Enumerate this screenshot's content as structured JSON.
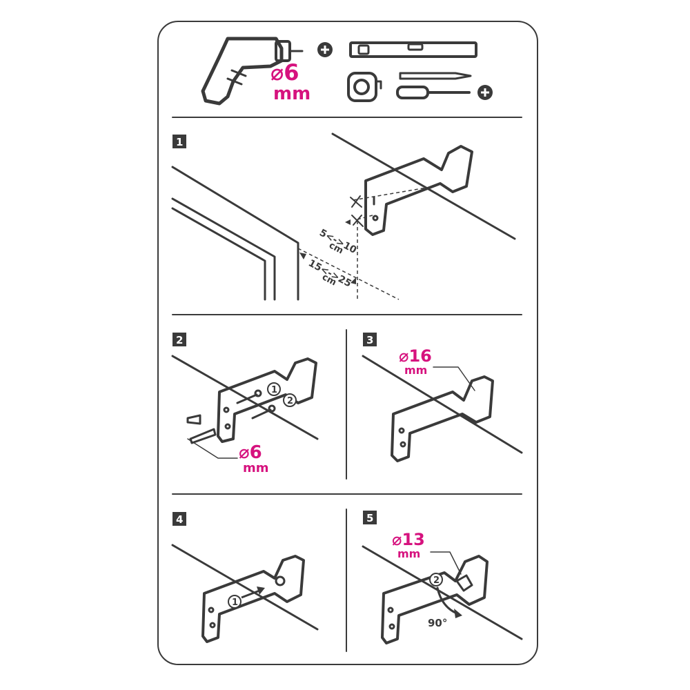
{
  "tools": {
    "drill_diameter": "⌀6",
    "drill_unit": "mm"
  },
  "step1": {
    "number": "1",
    "dim_a": "5<->10",
    "dim_a_unit": "cm",
    "dim_b": "15<->25",
    "dim_b_unit": "cm"
  },
  "step2": {
    "number": "2",
    "marker_1": "1",
    "marker_2": "2",
    "diameter": "⌀6",
    "unit": "mm"
  },
  "step3": {
    "number": "3",
    "diameter": "⌀16",
    "unit": "mm"
  },
  "step4": {
    "number": "4",
    "marker_1": "1"
  },
  "step5": {
    "number": "5",
    "diameter": "⌀13",
    "unit": "mm",
    "marker_2": "2",
    "angle": "90°"
  },
  "colors": {
    "accent": "#d6127e",
    "ink": "#3a3a3a"
  }
}
